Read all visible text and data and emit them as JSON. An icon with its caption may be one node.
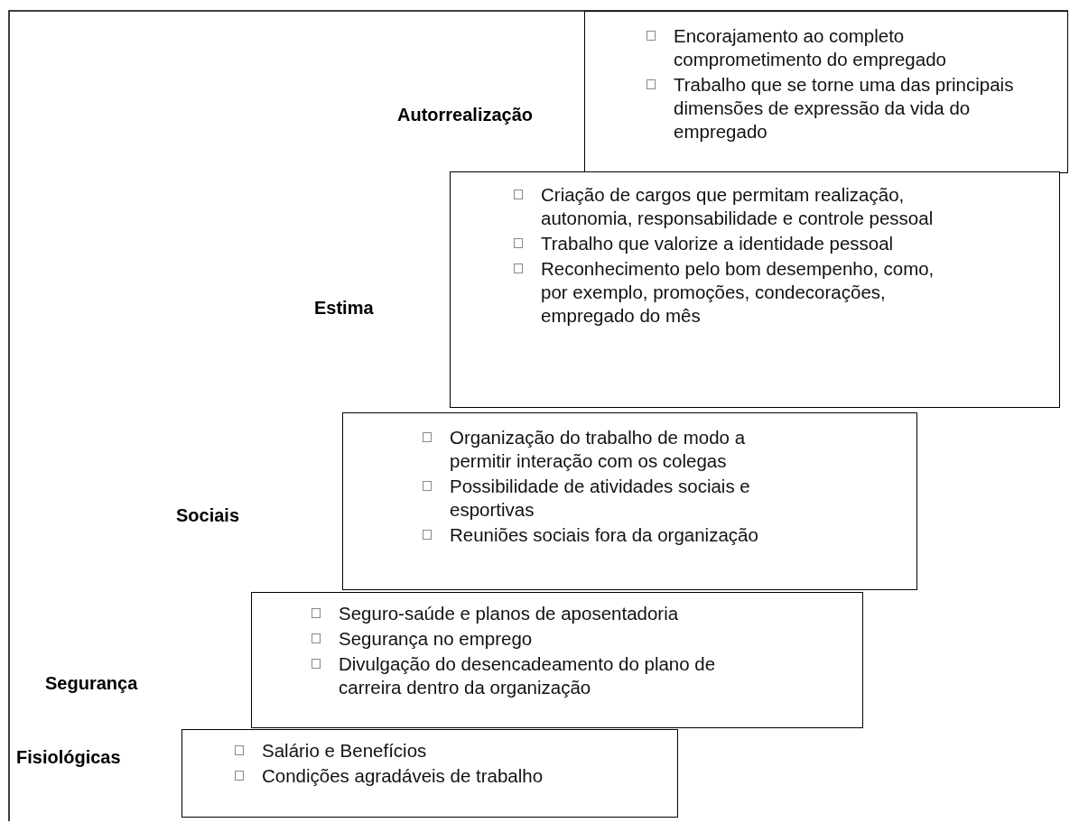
{
  "diagram": {
    "nodes": [
      {
        "text": [
          "Encorajamento ao completo comprometimento do empregado",
          "Trabalho que se torne uma das principais dimensões de expressão da vida do empregado"
        ]
      },
      {
        "text": [
          "Criação de cargos que permitam realização, autonomia, responsabilidade e controle pessoal",
          "Trabalho que valorize a identidade pessoal",
          "Reconhecimento pelo bom desempenho, como, por exemplo, promoções, condecorações, empregado do mês"
        ]
      },
      {
        "text": [
          "Organização do trabalho de modo a permitir interação com os colegas",
          "Possibilidade de atividades sociais e esportivas",
          "Reuniões sociais fora da organização"
        ]
      },
      {
        "text": [
          "Seguro-saúde e planos de aposentadoria",
          "Segurança no emprego",
          "Divulgação do desencadeamento do plano de carreira dentro da organização"
        ]
      },
      {
        "text": [
          "Salário e Benefícios",
          "Condições agradáveis de trabalho"
        ]
      }
    ],
    "labels": [
      "Autorrealização",
      "Estima",
      "Sociais",
      "Segurança",
      "Fisiológicas"
    ]
  }
}
